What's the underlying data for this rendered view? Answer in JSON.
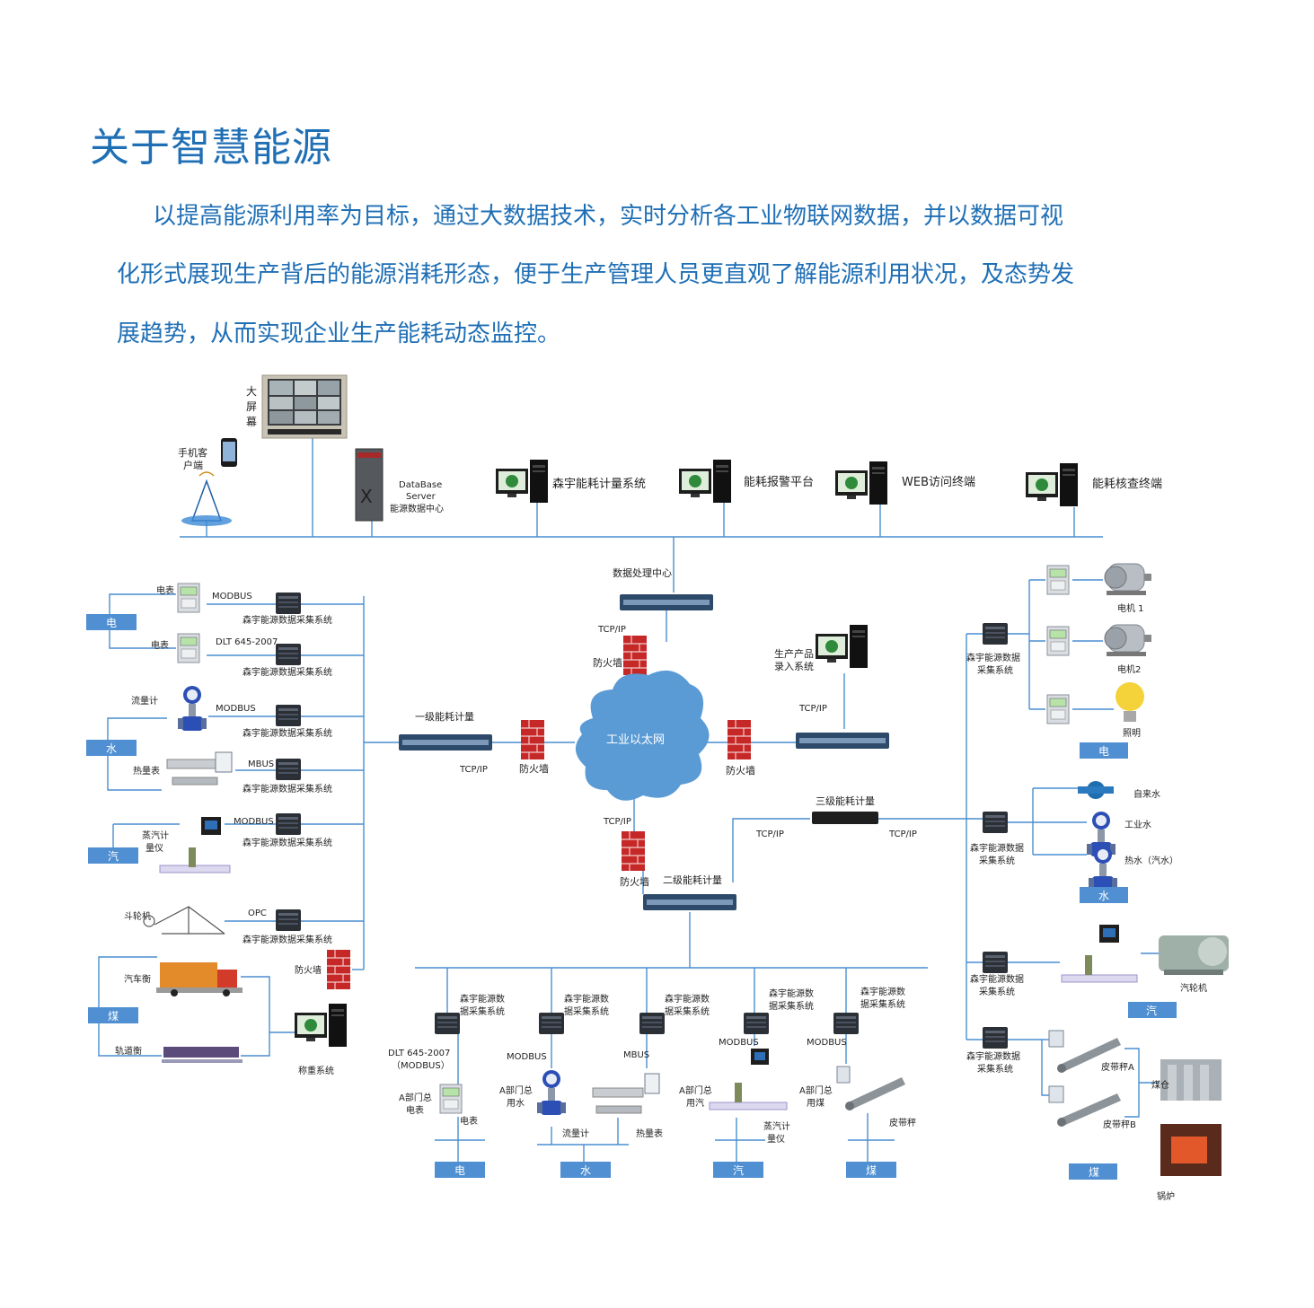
{
  "title": "关于智慧能源",
  "paragraph": {
    "line1": "以提高能源利用率为目标，通过大数据技术，实时分析各工业物联网数据，并以数据可视",
    "line2": "化形式展现生产背后的能源消耗形态，便于生产管理人员更直观了解能源利用状况，及态势发",
    "line3": "展趋势，从而实现企业生产能耗动态监控。"
  },
  "colors": {
    "line": "#4a8ed0",
    "title": "#1f6fb5",
    "tag": "#4f8fd2",
    "firewall": "#c62828",
    "cloud": "#5b9bd5",
    "switch": "#2e4a6b"
  },
  "top": {
    "big_screen": "大屏幕",
    "mobile": "手机客户端",
    "db_line1": "DataBase",
    "db_line2": "Server",
    "db_line3": "能源数据中心",
    "pc1": "森宇能耗计量系统",
    "pc2": "能耗报警平台",
    "pc3": "WEB访问终端",
    "pc4": "能耗核查终端"
  },
  "center": {
    "data_center": "数据处理中心",
    "tcpip": "TCP/IP",
    "firewall": "防火墙",
    "cloud": "工业以太网",
    "level1": "一级能耗计量",
    "level2": "二级能耗计量",
    "level3": "三级能耗计量",
    "prod_entry_1": "生产产品",
    "prod_entry_2": "录入系统"
  },
  "left": {
    "tags": {
      "elec": "电",
      "water": "水",
      "steam": "汽",
      "coal": "煤"
    },
    "meter_elec": "电表",
    "flowmeter": "流量计",
    "heatmeter": "热量表",
    "steam_meter_1": "蒸汽计",
    "steam_meter_2": "量仪",
    "bucket_wheel": "斗轮机",
    "truck_scale": "汽车衡",
    "rail_scale": "轨道衡",
    "weigh_system": "称重系统",
    "protocols": [
      "MODBUS",
      "DLT 645-2007",
      "MODBUS",
      "MBUS",
      "MODBUS",
      "OPC"
    ],
    "collector": "森宇能源数据采集系统"
  },
  "bottom": {
    "collector_1": "森宇能源数",
    "collector_2": "据采集系统",
    "dlt": "DLT 645-2007",
    "dlt_sub": "（MODBUS）",
    "modbus": "MODBUS",
    "mbus": "MBUS",
    "dept_elec_1": "A部门总",
    "dept_elec_2": "电表",
    "dept_water_1": "A部门总",
    "dept_water_2": "用水",
    "dept_steam_1": "A部门总",
    "dept_steam_2": "用汽",
    "dept_coal_1": "A部门总",
    "dept_coal_2": "用煤",
    "elec_meter": "电表",
    "flowmeter": "流量计",
    "heatmeter": "热量表",
    "steam_1": "蒸汽计",
    "steam_2": "量仪",
    "belt_scale": "皮带秤",
    "tags": {
      "elec": "电",
      "water": "水",
      "steam": "汽",
      "coal": "煤"
    }
  },
  "right": {
    "collector_1": "森宇能源数据",
    "collector_2": "采集系统",
    "motor1": "电机 1",
    "motor2": "电机2",
    "lighting": "照明",
    "tap_water": "自来水",
    "industrial_water": "工业水",
    "hot_water": "热水（汽水）",
    "turbine": "汽轮机",
    "belt_a": "皮带秤A",
    "belt_b": "皮带秤B",
    "coal_bunker": "煤仓",
    "boiler": "锅炉",
    "tags": {
      "elec": "电",
      "water": "水",
      "steam": "汽",
      "coal": "煤"
    }
  }
}
